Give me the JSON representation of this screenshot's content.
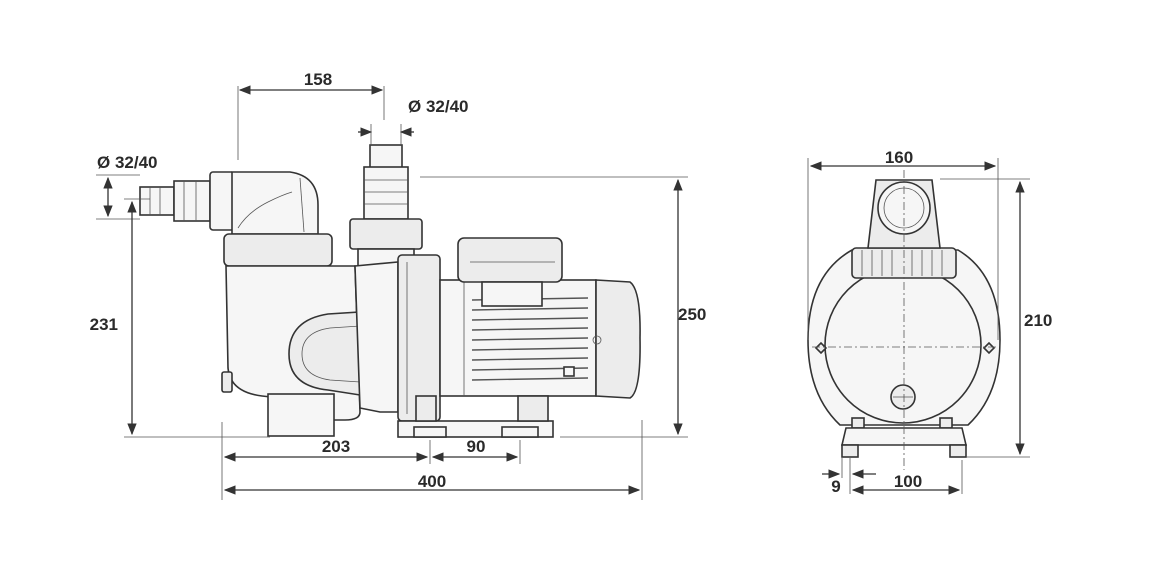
{
  "dimensions": {
    "top_width": "158",
    "outlet_diameter": "Ø 32/40",
    "inlet_diameter": "Ø 32/40",
    "inlet_height": "231",
    "total_height": "250",
    "inlet_to_foot": "203",
    "foot_spacing": "90",
    "total_length": "400",
    "front_width": "160",
    "front_height": "210",
    "foot_offset": "9",
    "foot_width": "100"
  }
}
